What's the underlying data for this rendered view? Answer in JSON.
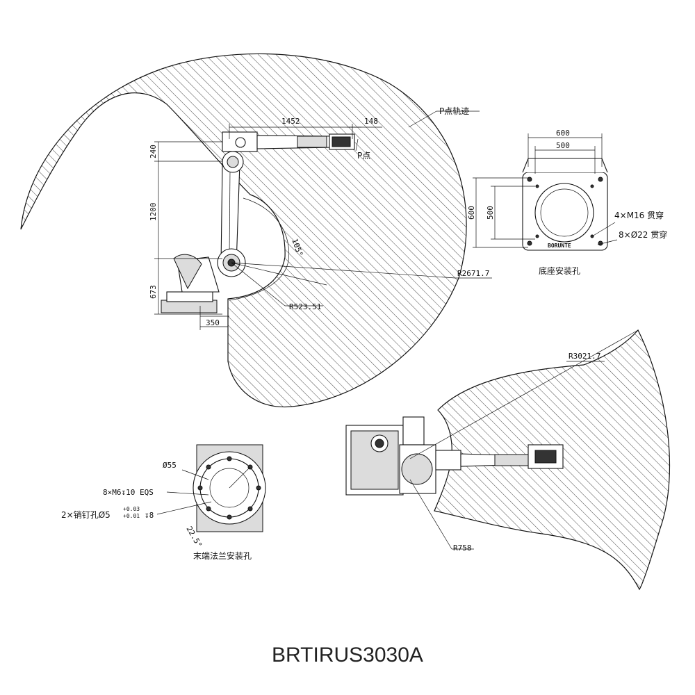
{
  "title": "BRTIRUS3030A",
  "side_view": {
    "dim_horizontal_top": "1452",
    "dim_horizontal_small": "148",
    "dim_vertical_top": "240",
    "dim_vertical_mid": "1200",
    "dim_vertical_bottom": "673",
    "dim_base_offset": "350",
    "angle": "105°",
    "radius_outer": "R2671.7",
    "radius_inner": "R523.51",
    "p_point": "P点",
    "p_trajectory": "P点轨迹"
  },
  "base_view": {
    "width_outer": "600",
    "width_inner": "500",
    "height_outer": "600",
    "height_inner": "500",
    "hole_note_1": "4×M16 贯穿",
    "hole_note_2": "8×Ø22 贯穿",
    "brand": "BORUNTE",
    "caption": "底座安装孔"
  },
  "flange_view": {
    "diameter": "Ø55",
    "bolt_note": "8×M6↧10 EQS",
    "pin_note": "2×销钉孔Ø5",
    "tol_upper": "+0.03",
    "tol_lower": "+0.01",
    "pin_depth": "↧8",
    "angle": "22.5°",
    "caption": "末端法兰安装孔"
  },
  "top_view": {
    "radius_outer": "R3021.7",
    "radius_inner": "R758"
  }
}
